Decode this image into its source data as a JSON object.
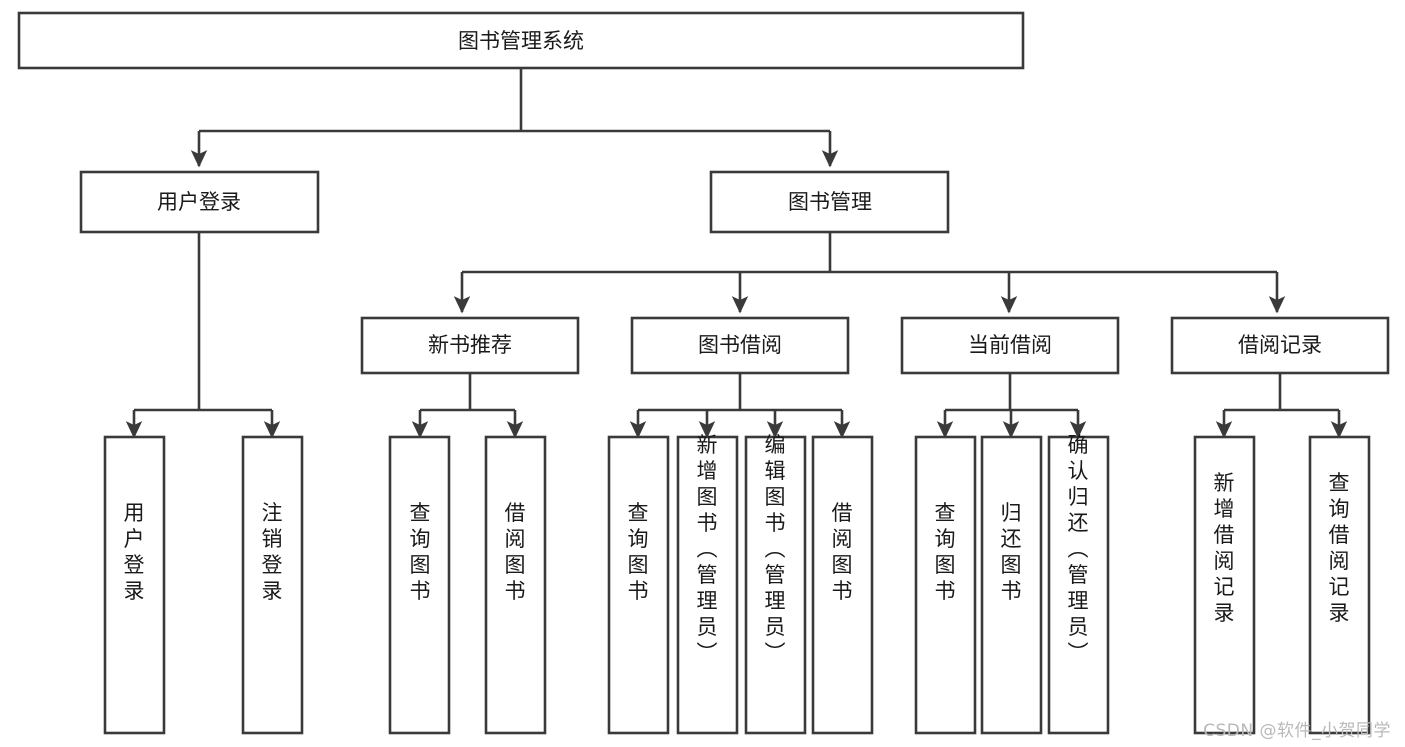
{
  "diagram": {
    "type": "tree",
    "title": "图书管理系统",
    "orientation": "top-down",
    "background_color": "#ffffff",
    "line_color": "#3a3a3a",
    "text_color": "#1a1a1a",
    "root": {
      "label": "图书管理系统"
    },
    "level1": [
      {
        "label": "用户登录"
      },
      {
        "label": "图书管理"
      }
    ],
    "level2": [
      {
        "label": "新书推荐"
      },
      {
        "label": "图书借阅"
      },
      {
        "label": "当前借阅"
      },
      {
        "label": "借阅记录"
      }
    ],
    "leaves_user_login": [
      {
        "label": "用户登录"
      },
      {
        "label": "注销登录"
      }
    ],
    "leaves_new_book": [
      {
        "label": "查询图书"
      },
      {
        "label": "借阅图书"
      }
    ],
    "leaves_borrow": [
      {
        "label": "查询图书"
      },
      {
        "label": "新增图书（管理员）"
      },
      {
        "label": "编辑图书（管理员）"
      },
      {
        "label": "借阅图书"
      }
    ],
    "leaves_current": [
      {
        "label": "查询图书"
      },
      {
        "label": "归还图书"
      },
      {
        "label": "确认归还（管理员）"
      }
    ],
    "leaves_records": [
      {
        "label": "新增借阅记录"
      },
      {
        "label": "查询借阅记录"
      }
    ]
  },
  "watermark": {
    "text": "CSDN @软件_小贺同学"
  }
}
